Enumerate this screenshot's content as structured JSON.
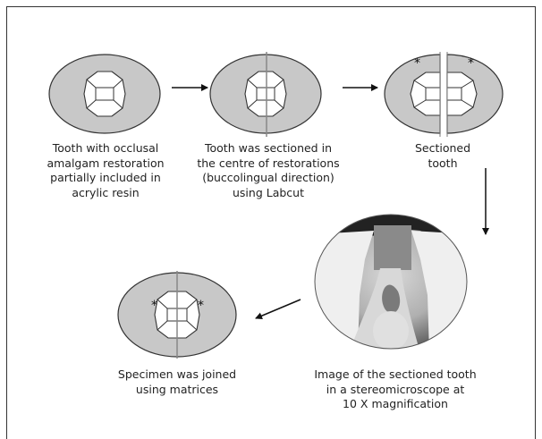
{
  "steps": [
    {
      "caption": "Tooth with occlusal\namalgam restoration\npartially included in\nacrylic resin"
    },
    {
      "caption": "Tooth was sectioned in\nthe centre of restorations\n(buccolingual direction)\nusing Labcut"
    },
    {
      "caption": "Sectioned\ntooth"
    },
    {
      "caption": "Image of the sectioned tooth\nin a stereomicroscope at\n10 X magnification"
    },
    {
      "caption": "Specimen was joined\nusing matrices"
    }
  ],
  "marker": "*",
  "colors": {
    "resin": "#c8c8c8",
    "tooth": "#ffffff",
    "stroke": "#333333",
    "cut": "#888888"
  }
}
